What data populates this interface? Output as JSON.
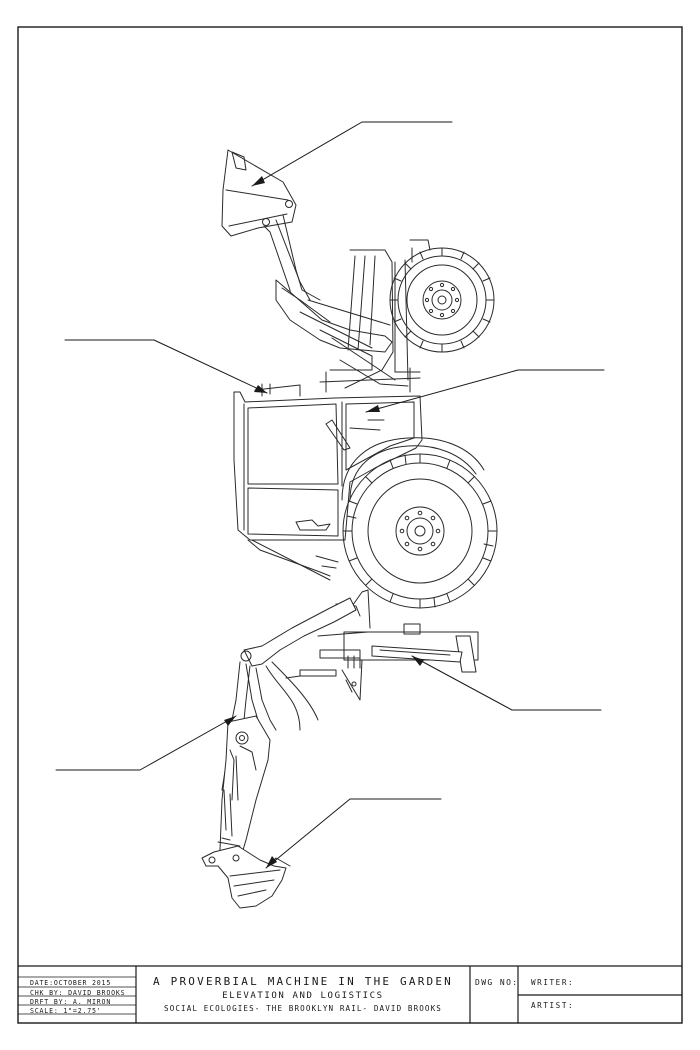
{
  "title_block": {
    "date": "DATE:OCTOBER 2015",
    "checked_by": "CHK BY: DAVID BROOKS",
    "drafted_by": "DRFT BY: A. MIRON",
    "scale": "SCALE: 1\"=2.75'",
    "title": "A PROVERBIAL MACHINE IN THE GARDEN",
    "subtitle": "ELEVATION AND LOGISTICS",
    "credit": "SOCIAL ECOLOGIES- THE BROOKLYN RAIL- DAVID BROOKS",
    "drawing_number_label": "DWG NO:",
    "writer_label": "WRITER:",
    "artist_label": "ARTIST:"
  },
  "drawing": {
    "subject": "backhoe-loader",
    "line_color": "#2a2a2a",
    "callout_count": 6
  }
}
